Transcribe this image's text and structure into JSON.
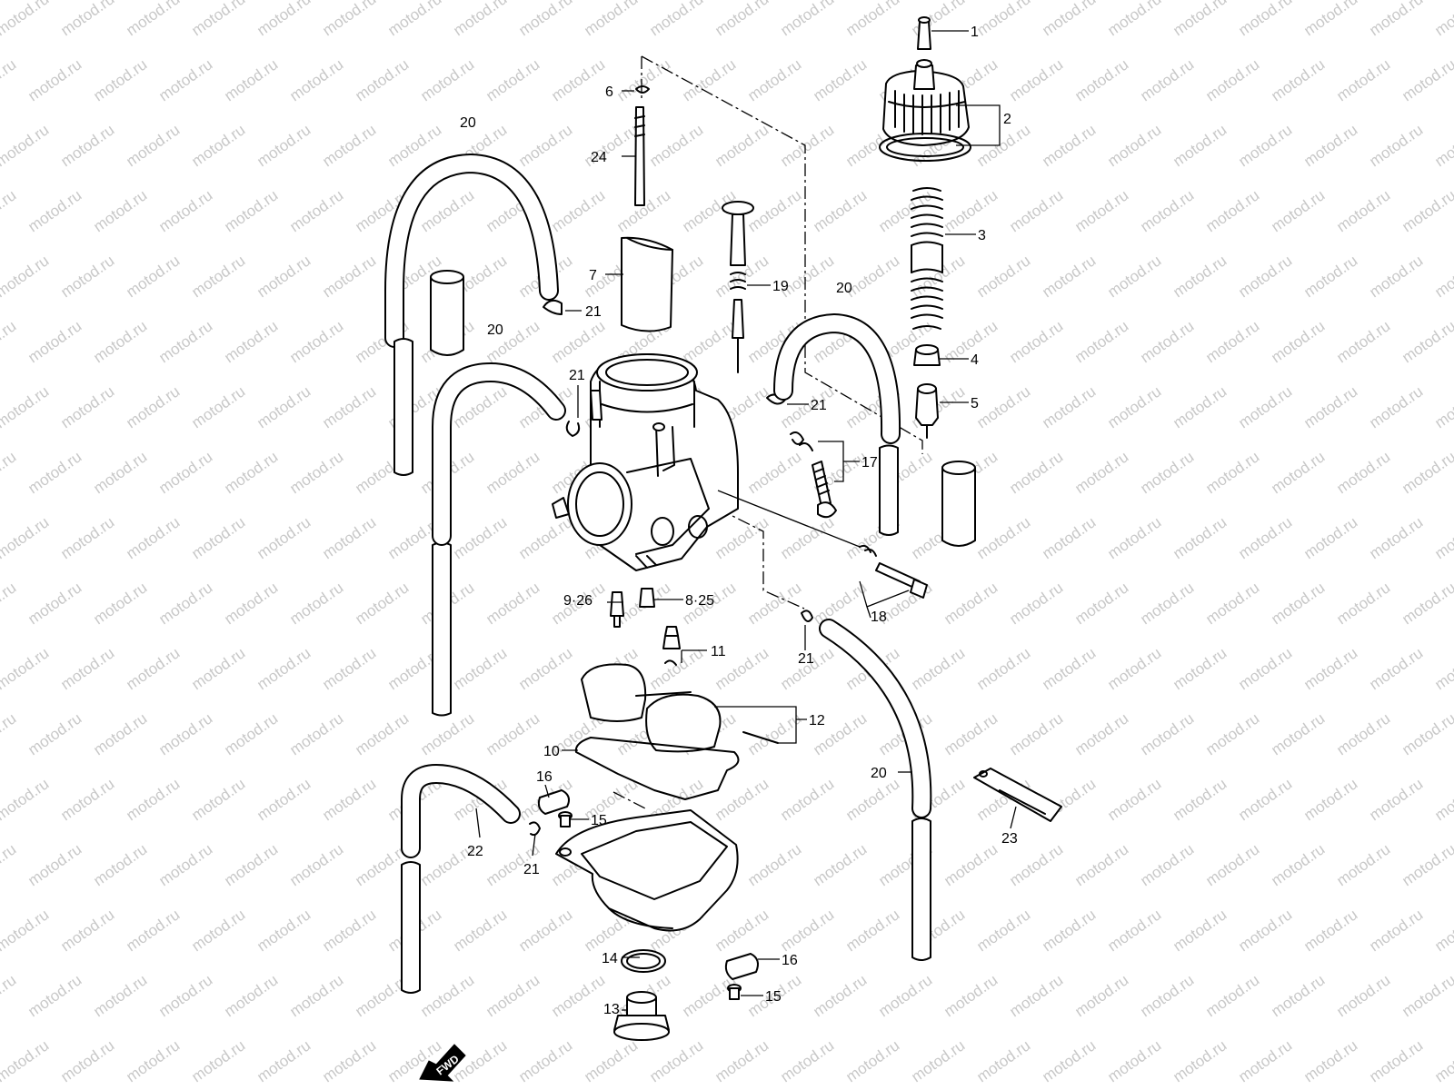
{
  "watermark": {
    "text": "motod.ru"
  },
  "callouts": [
    {
      "id": "c1",
      "text": "1"
    },
    {
      "id": "c2",
      "text": "2"
    },
    {
      "id": "c3",
      "text": "3"
    },
    {
      "id": "c4",
      "text": "4"
    },
    {
      "id": "c5",
      "text": "5"
    },
    {
      "id": "c6",
      "text": "6"
    },
    {
      "id": "c7",
      "text": "7"
    },
    {
      "id": "c8_25",
      "text": "8·25"
    },
    {
      "id": "c9_26",
      "text": "9·26"
    },
    {
      "id": "c10",
      "text": "10"
    },
    {
      "id": "c11",
      "text": "11"
    },
    {
      "id": "c12",
      "text": "12"
    },
    {
      "id": "c13",
      "text": "13"
    },
    {
      "id": "c14",
      "text": "14"
    },
    {
      "id": "c15a",
      "text": "15"
    },
    {
      "id": "c15b",
      "text": "15"
    },
    {
      "id": "c16a",
      "text": "16"
    },
    {
      "id": "c16b",
      "text": "16"
    },
    {
      "id": "c17",
      "text": "17"
    },
    {
      "id": "c18",
      "text": "18"
    },
    {
      "id": "c19",
      "text": "19"
    },
    {
      "id": "c20a",
      "text": "20"
    },
    {
      "id": "c20b",
      "text": "20"
    },
    {
      "id": "c20c",
      "text": "20"
    },
    {
      "id": "c20d",
      "text": "20"
    },
    {
      "id": "c21a",
      "text": "21"
    },
    {
      "id": "c21b",
      "text": "21"
    },
    {
      "id": "c21c",
      "text": "21"
    },
    {
      "id": "c21d",
      "text": "21"
    },
    {
      "id": "c21e",
      "text": "21"
    },
    {
      "id": "c22",
      "text": "22"
    },
    {
      "id": "c23",
      "text": "23"
    },
    {
      "id": "c24",
      "text": "24"
    }
  ],
  "direction_badge": {
    "text": "FWD"
  }
}
